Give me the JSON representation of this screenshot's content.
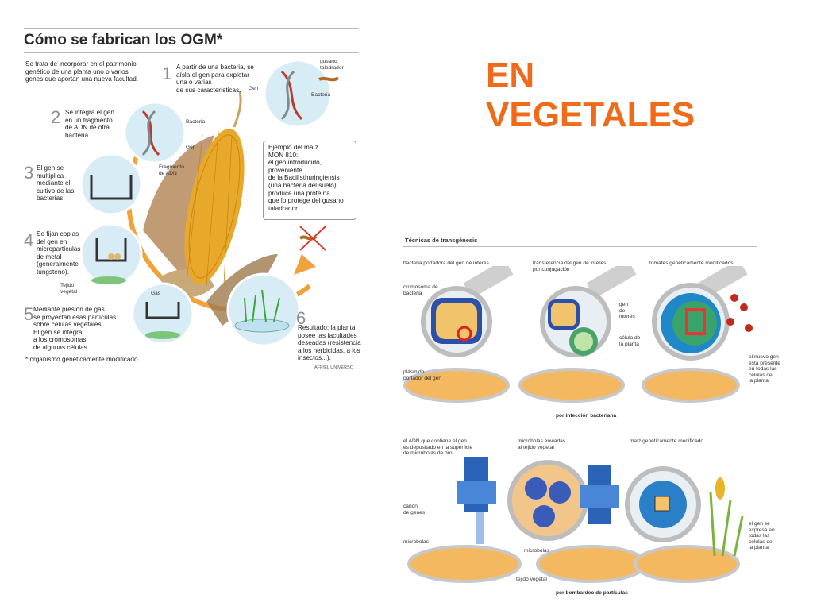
{
  "heading": {
    "line1": "EN",
    "line2": "VEGETALES"
  },
  "ogm": {
    "title": "Cómo se fabrican los OGM*",
    "intro": [
      "Se trata de incorporar en el patrimonio",
      "genético de una planta uno o varios",
      "genes que aportan una nueva facultad."
    ],
    "steps": [
      {
        "num": "1",
        "lines": [
          "A partir de una bacteria, se",
          "aísla el gen para explotar",
          "una o varias",
          "de sus características."
        ]
      },
      {
        "num": "2",
        "lines": [
          "Se integra el gen",
          "en un fragmento",
          "de ADN de otra",
          "bacteria."
        ]
      },
      {
        "num": "3",
        "lines": [
          "El gen se",
          "multiplica",
          "mediante el",
          "cultivo de las",
          "bacterias."
        ]
      },
      {
        "num": "4",
        "lines": [
          "Se fijan copias",
          "del gen en",
          "micropartículas",
          "de metal",
          "(generalmente",
          "tungsteno)."
        ]
      },
      {
        "num": "5",
        "lines": [
          "Mediante presión de gas",
          "se proyectan esas partículas",
          "sobre células vegetales.",
          "El gen se integra",
          "a los cromosomas",
          "de algunas células."
        ]
      },
      {
        "num": "6",
        "lines": [
          "Resultado: la planta",
          "posee las facultades",
          "deseadas (resistencia",
          "a los herbicidas, a los",
          "insectos...)."
        ]
      }
    ],
    "labels": {
      "gusano": [
        "gusano",
        "taladrador"
      ],
      "gen": "Gen",
      "bacteria": "Bacteria",
      "bacteria2": "Bacteria",
      "gen2": "Gen",
      "fragmento": [
        "Fragmento",
        "de ADN"
      ],
      "tejido": [
        "Tejido",
        "vegetal"
      ],
      "gas": "Gas"
    },
    "example": [
      "Ejemplo del maíz",
      "MON 810:",
      "el gen introducido,",
      "proveniente",
      "de la Bacillsthuringiensis",
      " (una bacteria del suelo),",
      "produce una proteína",
      "que lo protege del gusano",
      "taladrador."
    ],
    "footnote": "* organismo genéticamente modificado",
    "credit": "AFP/EL UNIVERSO"
  },
  "tech": {
    "title": "Técnicas de transgénesis",
    "top": {
      "col1": [
        "bacteria portadora del gen de interés"
      ],
      "col2": [
        "transferencia del gen de interés",
        "por conjugación"
      ],
      "col3": [
        "tomates genéticamente modificados"
      ],
      "cromosoma": [
        "cromosoma de",
        "bacteria"
      ],
      "plasmido": [
        "plásmido",
        "portador del gen"
      ],
      "gen_interes": [
        "gen",
        "de",
        "interés"
      ],
      "celula": [
        "célula de",
        "la planta"
      ],
      "nuevo_gen": [
        "el nuevo gen",
        "está presente",
        "en todas las",
        "células de",
        "la planta"
      ],
      "caption": "por infección bacteriana"
    },
    "bottom": {
      "col1": [
        "el ADN que contiene el gen",
        "es depositado en la superficie",
        "de microbolas de oro"
      ],
      "col2": [
        "microbolas enviadas",
        "al tejido vegetal"
      ],
      "col3": [
        "maíz genéticamente modificado"
      ],
      "canon": [
        "cañón",
        "de genes"
      ],
      "microbolas_left": "microbolas",
      "microbolas_mid": "microbolas",
      "tejido": "tejido vegetal",
      "expresa": [
        "el gen se",
        "expresa en",
        "todas las",
        "células de",
        "la planta"
      ],
      "caption": "por bombardeo de partículas"
    }
  },
  "colors": {
    "heading": "#f06a1a",
    "orange_path": "#f2a23a",
    "corn": "#e8a92a",
    "blue_device": "#2b63b8",
    "dish": "#f4b860"
  }
}
